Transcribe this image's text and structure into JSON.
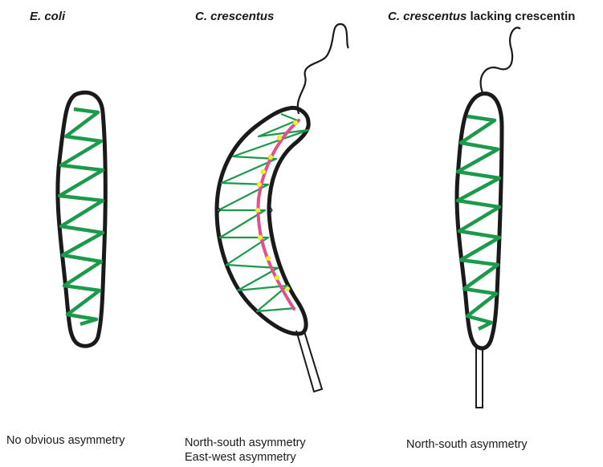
{
  "panels": [
    {
      "title_italic": "E. coli",
      "title_rest": "",
      "caption_lines": [
        "No obvious asymmetry"
      ]
    },
    {
      "title_italic": "C. crescentus",
      "title_rest": "",
      "caption_lines": [
        "North-south asymmetry",
        "East-west asymmetry"
      ]
    },
    {
      "title_italic": "C. crescentus",
      "title_rest": " lacking crescentin",
      "caption_lines": [
        "North-south asymmetry"
      ]
    }
  ],
  "colors": {
    "outline": "#1a1a1a",
    "helix": "#1a9a4a",
    "crescentin": "#e0508a",
    "contact_points": "#f2ec3a",
    "flagellum": "#1a1a1a",
    "stalk": "#1a1a1a"
  }
}
